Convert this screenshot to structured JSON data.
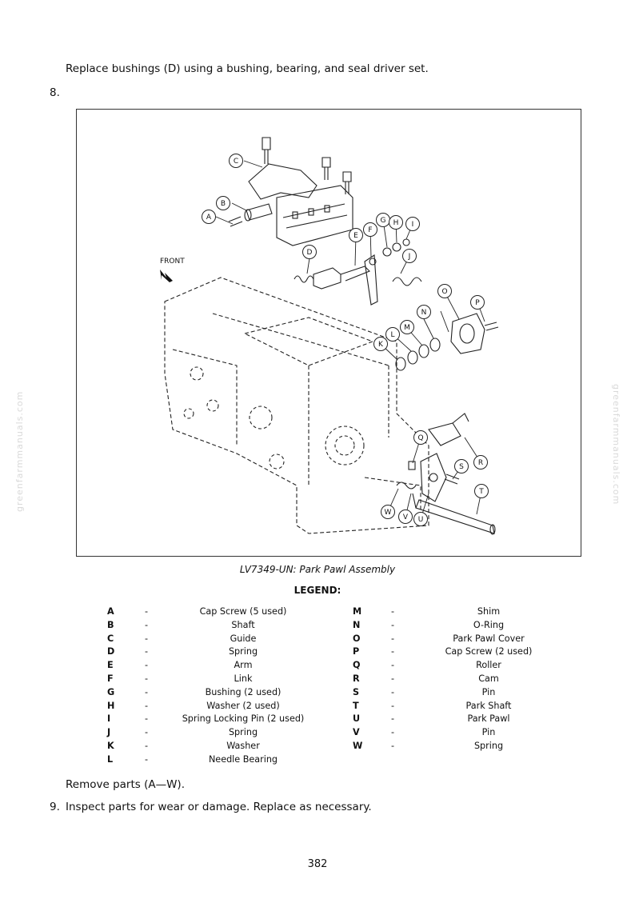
{
  "intro_text": "Replace bushings (D) using a bushing, bearing, and seal driver set.",
  "step8": "8.",
  "figure": {
    "front_label": "FRONT",
    "callouts": [
      "A",
      "B",
      "C",
      "D",
      "E",
      "F",
      "G",
      "H",
      "I",
      "J",
      "K",
      "L",
      "M",
      "N",
      "O",
      "P",
      "Q",
      "R",
      "S",
      "T",
      "U",
      "V",
      "W"
    ]
  },
  "caption": "LV7349-UN: Park Pawl Assembly",
  "legend_title": "LEGEND:",
  "legend_left": [
    {
      "letter": "A",
      "dash": "-",
      "desc": "Cap Screw (5 used)"
    },
    {
      "letter": "B",
      "dash": "-",
      "desc": "Shaft"
    },
    {
      "letter": "C",
      "dash": "-",
      "desc": "Guide"
    },
    {
      "letter": "D",
      "dash": "-",
      "desc": "Spring"
    },
    {
      "letter": "E",
      "dash": "-",
      "desc": "Arm"
    },
    {
      "letter": "F",
      "dash": "-",
      "desc": "Link"
    },
    {
      "letter": "G",
      "dash": "-",
      "desc": "Bushing (2 used)"
    },
    {
      "letter": "H",
      "dash": "-",
      "desc": "Washer (2 used)"
    },
    {
      "letter": "I",
      "dash": "-",
      "desc": "Spring Locking Pin (2 used)"
    },
    {
      "letter": "J",
      "dash": "-",
      "desc": "Spring"
    },
    {
      "letter": "K",
      "dash": "-",
      "desc": "Washer"
    },
    {
      "letter": "L",
      "dash": "-",
      "desc": "Needle Bearing"
    }
  ],
  "legend_right": [
    {
      "letter": "M",
      "dash": "-",
      "desc": "Shim"
    },
    {
      "letter": "N",
      "dash": "-",
      "desc": "O-Ring"
    },
    {
      "letter": "O",
      "dash": "-",
      "desc": "Park Pawl Cover"
    },
    {
      "letter": "P",
      "dash": "-",
      "desc": "Cap Screw (2 used)"
    },
    {
      "letter": "Q",
      "dash": "-",
      "desc": "Roller"
    },
    {
      "letter": "R",
      "dash": "-",
      "desc": "Cam"
    },
    {
      "letter": "S",
      "dash": "-",
      "desc": "Pin"
    },
    {
      "letter": "T",
      "dash": "-",
      "desc": "Park Shaft"
    },
    {
      "letter": "U",
      "dash": "-",
      "desc": "Park Pawl"
    },
    {
      "letter": "V",
      "dash": "-",
      "desc": "Pin"
    },
    {
      "letter": "W",
      "dash": "-",
      "desc": "Spring"
    }
  ],
  "remove_text": "Remove parts (A—W).",
  "step9": {
    "num": "9.",
    "text": "Inspect parts for wear or damage. Replace as necessary."
  },
  "page_number": "382",
  "watermark": "greenfarmmanuals.com"
}
